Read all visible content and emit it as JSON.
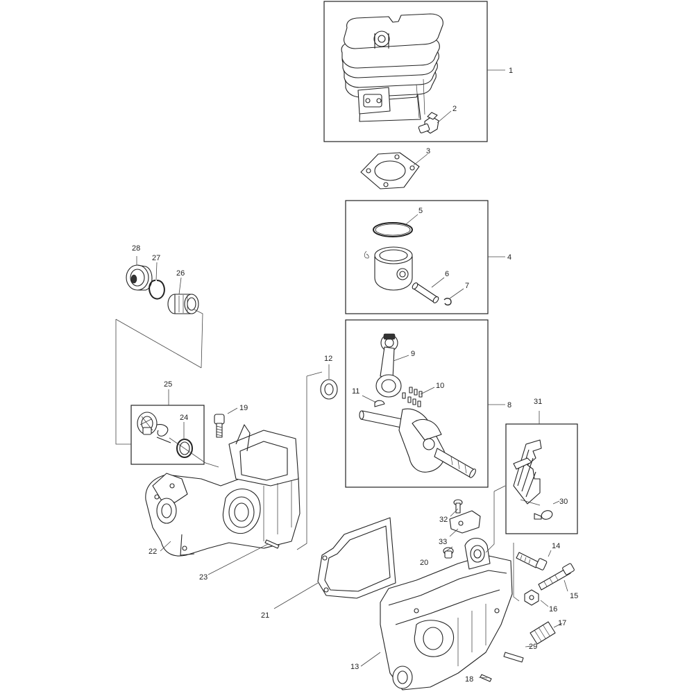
{
  "labels": [
    {
      "id": "l1",
      "text": "1"
    },
    {
      "id": "l2",
      "text": "2"
    },
    {
      "id": "l3",
      "text": "3"
    },
    {
      "id": "l4",
      "text": "4"
    },
    {
      "id": "l5",
      "text": "5"
    },
    {
      "id": "l6",
      "text": "6"
    },
    {
      "id": "l7",
      "text": "7"
    },
    {
      "id": "l8",
      "text": "8"
    },
    {
      "id": "l9",
      "text": "9"
    },
    {
      "id": "l10",
      "text": "10"
    },
    {
      "id": "l11",
      "text": "11"
    },
    {
      "id": "l12",
      "text": "12"
    },
    {
      "id": "l13",
      "text": "13"
    },
    {
      "id": "l14",
      "text": "14"
    },
    {
      "id": "l15",
      "text": "15"
    },
    {
      "id": "l16",
      "text": "16"
    },
    {
      "id": "l17",
      "text": "17"
    },
    {
      "id": "l18",
      "text": "18"
    },
    {
      "id": "l19",
      "text": "19"
    },
    {
      "id": "l20",
      "text": "20"
    },
    {
      "id": "l21",
      "text": "21"
    },
    {
      "id": "l22",
      "text": "22"
    },
    {
      "id": "l23",
      "text": "23"
    },
    {
      "id": "l24",
      "text": "24"
    },
    {
      "id": "l25",
      "text": "25"
    },
    {
      "id": "l26",
      "text": "26"
    },
    {
      "id": "l27",
      "text": "27"
    },
    {
      "id": "l28",
      "text": "28"
    },
    {
      "id": "l29",
      "text": "29"
    },
    {
      "id": "l30",
      "text": "30"
    },
    {
      "id": "l31",
      "text": "31"
    },
    {
      "id": "l32",
      "text": "32"
    },
    {
      "id": "l33",
      "text": "33"
    }
  ]
}
